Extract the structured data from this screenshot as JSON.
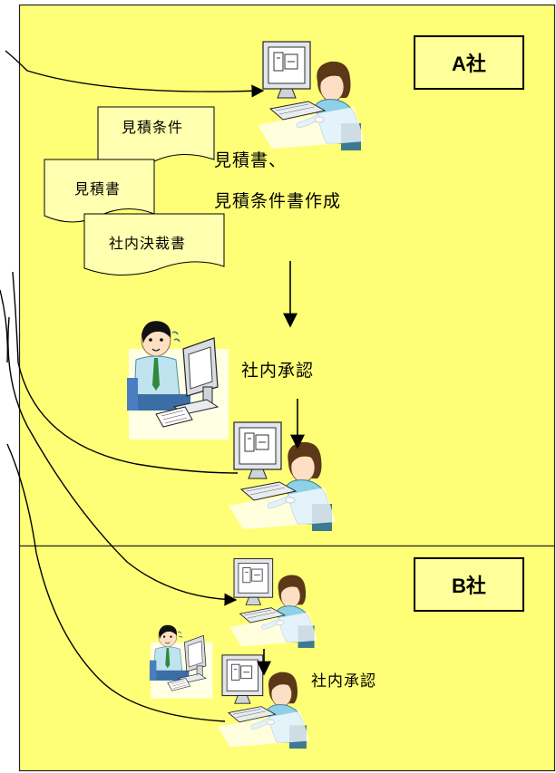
{
  "company_a": "A社",
  "company_b": "B社",
  "documents": [
    "見積条件",
    "見積書",
    "社内決裁書"
  ],
  "step_create_line1": "見積書、",
  "step_create_line2": "見積条件書作成",
  "approval_a": "社内承認",
  "approval_b": "社内承認",
  "colors": {
    "panel": "#ffff77",
    "box": "#ffff99",
    "line": "#000000"
  }
}
